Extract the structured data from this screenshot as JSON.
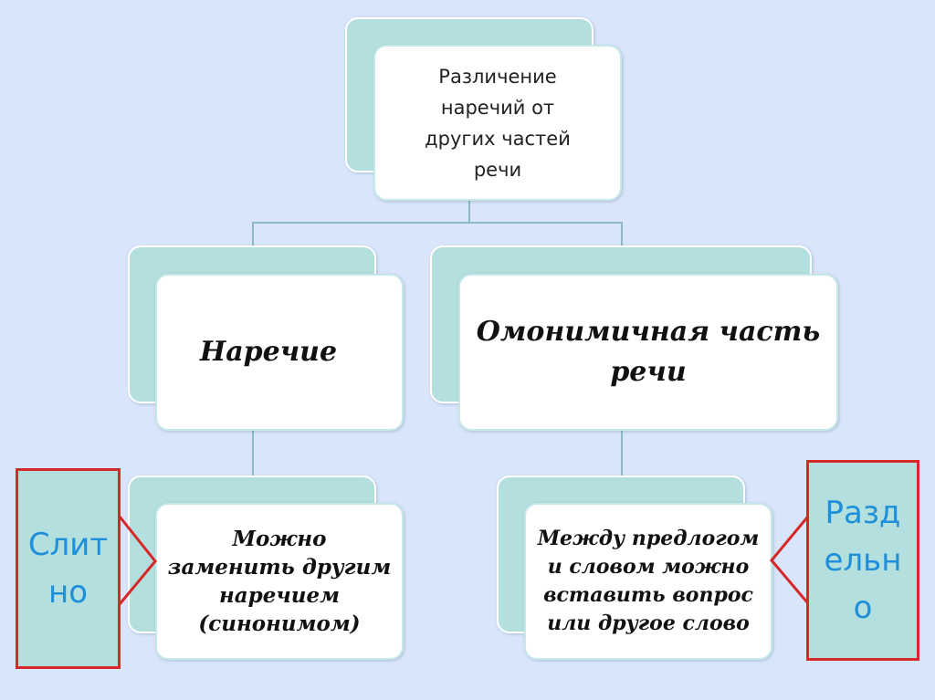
{
  "root": {
    "text": "Различение наречий от других частей речи"
  },
  "left_branch": {
    "title": "Наречие",
    "note": "Можно заменить другим наречием (синонимом)",
    "tag": "Слитно",
    "tag_line1": "Слит",
    "tag_line2": "но"
  },
  "right_branch": {
    "title": "Омонимичная часть речи",
    "note": "Между предлогом и словом можно вставить вопрос или другое слово",
    "tag": "Раздельно",
    "tag_line1": "Разд",
    "tag_line2": "ельн",
    "tag_line3": "о"
  },
  "colors": {
    "background": "#d9e5fb",
    "box_back": "#b3dfdf",
    "box_front": "#ffffff",
    "connector": "#8fb8c8",
    "tag_border": "#d62828",
    "tag_text": "#1e8fd8"
  }
}
